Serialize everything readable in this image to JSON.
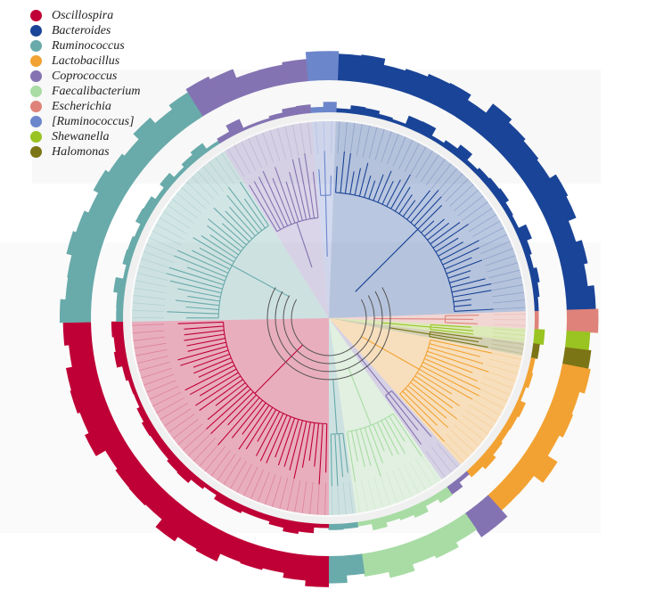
{
  "chart_data": {
    "type": "circular-phylogenetic-tree",
    "title": "",
    "legend": {
      "placement": "top-left",
      "entries": [
        {
          "name": "Oscillospira",
          "color": "#bf0036"
        },
        {
          "name": "Bacteroides",
          "color": "#1a4497"
        },
        {
          "name": "Ruminococcus",
          "color": "#69aaaa"
        },
        {
          "name": "Lactobacillus",
          "color": "#f2a232"
        },
        {
          "name": "Coprococcus",
          "color": "#8473b2"
        },
        {
          "name": "Faecalibacterium",
          "color": "#a8dca4"
        },
        {
          "name": "Escherichia",
          "color": "#df837a"
        },
        {
          "name": "[Ruminococcus]",
          "color": "#6c86cc"
        },
        {
          "name": "Shewanella",
          "color": "#99c422"
        },
        {
          "name": "Halomonas",
          "color": "#7c7516"
        }
      ]
    },
    "clades": [
      {
        "name": "Bacteroides",
        "start_deg": 2,
        "end_deg": 88
      },
      {
        "name": "Escherichia",
        "start_deg": 88,
        "end_deg": 93
      },
      {
        "name": "Shewanella",
        "start_deg": 93,
        "end_deg": 97
      },
      {
        "name": "Halomonas",
        "start_deg": 97,
        "end_deg": 101
      },
      {
        "name": "Lactobacillus",
        "start_deg": 101,
        "end_deg": 138
      },
      {
        "name": "Coprococcus",
        "start_deg": 138,
        "end_deg": 145
      },
      {
        "name": "Faecalibacterium",
        "start_deg": 145,
        "end_deg": 172
      },
      {
        "name": "Ruminococcus",
        "start_deg": 172,
        "end_deg": 180
      },
      {
        "name": "Oscillospira",
        "start_deg": 180,
        "end_deg": 269
      },
      {
        "name": "Ruminococcus",
        "start_deg": 269,
        "end_deg": 328
      },
      {
        "name": "Coprococcus",
        "start_deg": 328,
        "end_deg": 355
      },
      {
        "name": "[Ruminococcus]",
        "start_deg": 355,
        "end_deg": 362
      }
    ]
  }
}
